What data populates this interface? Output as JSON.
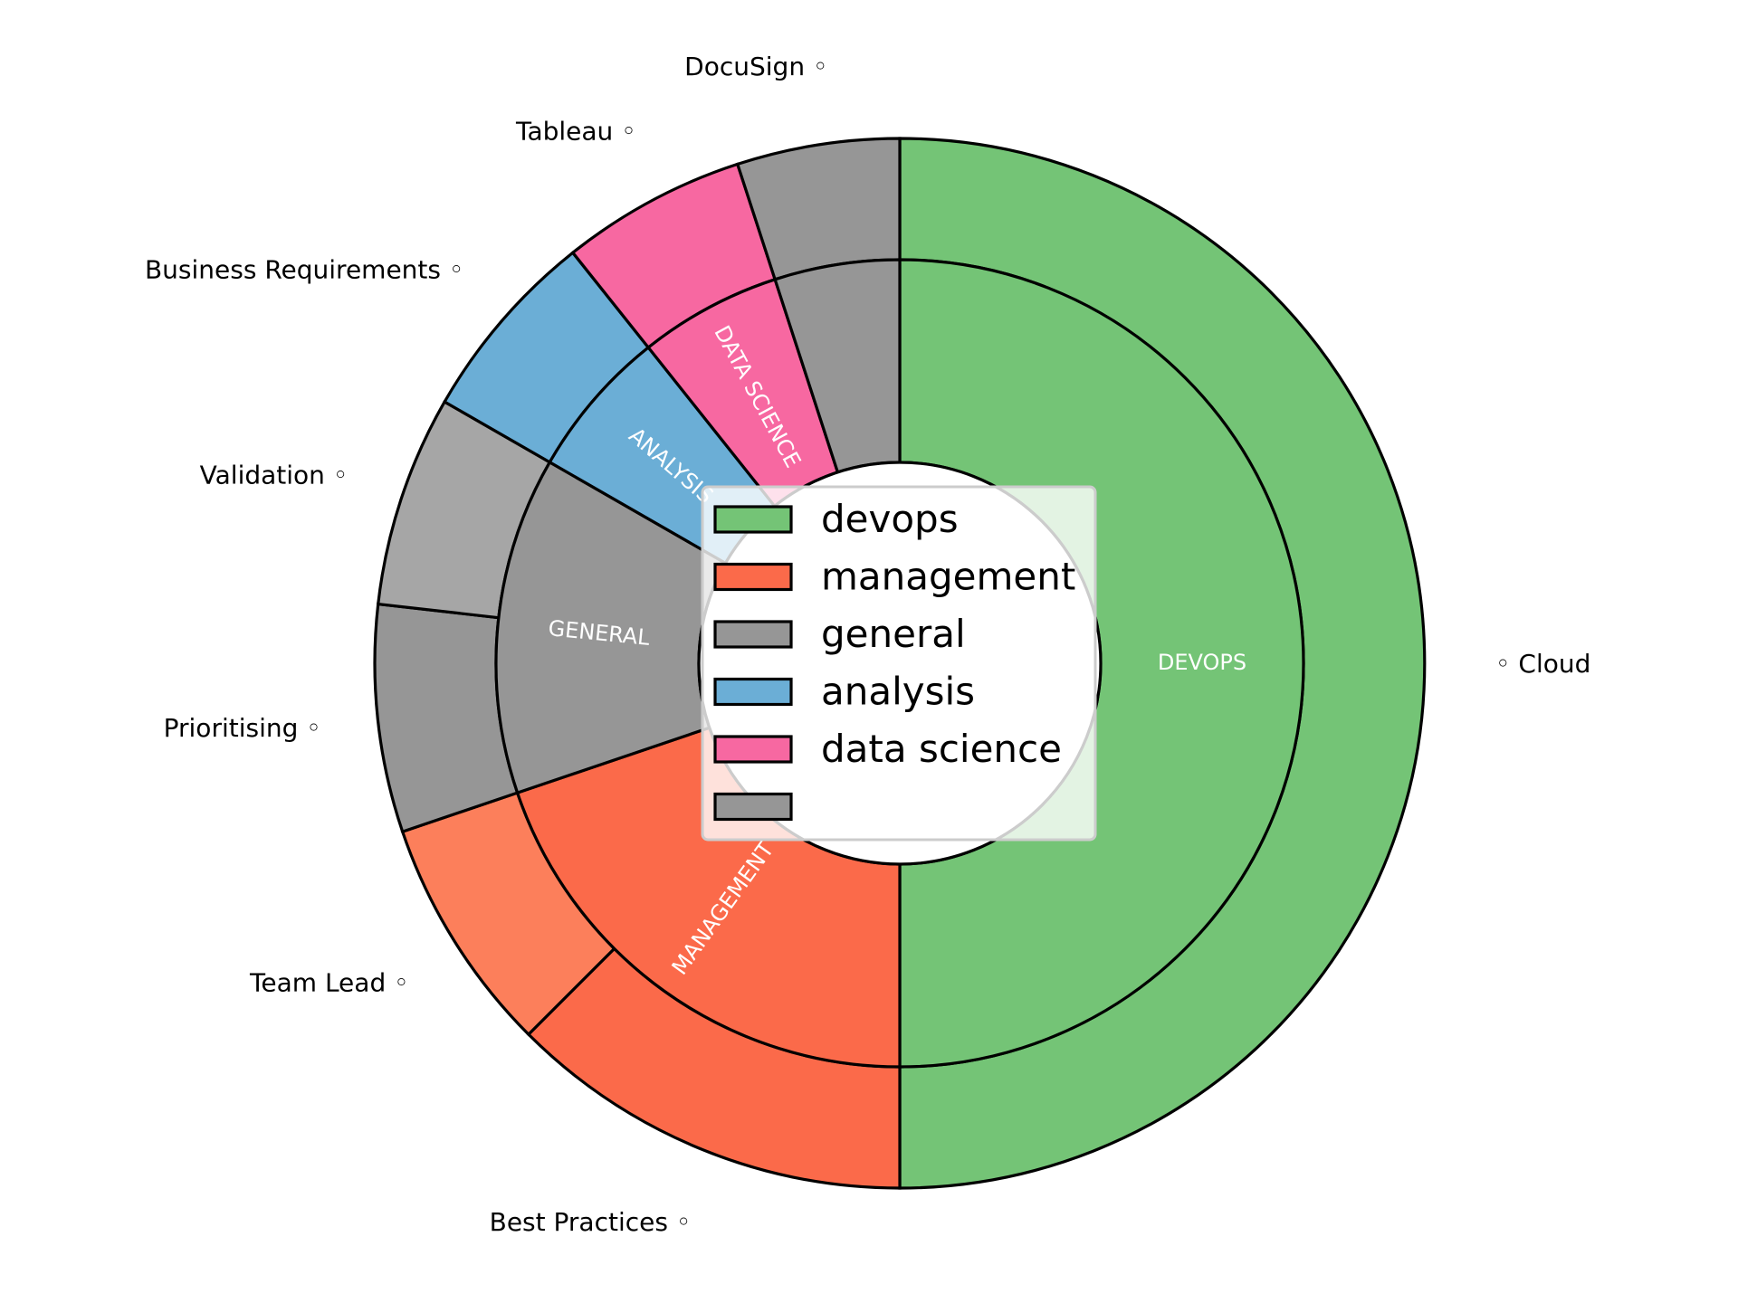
{
  "chart_data": {
    "type": "sunburst",
    "title": "",
    "inner_ring": [
      {
        "name": "DEVOPS",
        "value": 50.0,
        "color": "#74c476"
      },
      {
        "name": "MANAGEMENT",
        "value": 19.8,
        "color": "#fb6a4a"
      },
      {
        "name": "GENERAL",
        "value": 13.5,
        "color": "#969696"
      },
      {
        "name": "ANALYSIS",
        "value": 6.0,
        "color": "#6baed6"
      },
      {
        "name": "DATA SCIENCE",
        "value": 5.7,
        "color": "#f768a1"
      },
      {
        "name": "",
        "value": 5.0,
        "color": "#969696"
      }
    ],
    "outer_ring": [
      {
        "name": "Cloud",
        "parent": "DEVOPS",
        "value": 50.0,
        "color": "#74c476"
      },
      {
        "name": "Best Practices",
        "parent": "MANAGEMENT",
        "value": 12.5,
        "color": "#fb6a4a"
      },
      {
        "name": "Team Lead",
        "parent": "MANAGEMENT",
        "value": 7.3,
        "color": "#fc7f5b"
      },
      {
        "name": "Prioritising",
        "parent": "GENERAL",
        "value": 7.0,
        "color": "#969696"
      },
      {
        "name": "Validation",
        "parent": "GENERAL",
        "value": 6.5,
        "color": "#a6a6a6"
      },
      {
        "name": "Business Requirements",
        "parent": "ANALYSIS",
        "value": 6.0,
        "color": "#6baed6"
      },
      {
        "name": "Tableau",
        "parent": "DATA SCIENCE",
        "value": 5.7,
        "color": "#f768a1"
      },
      {
        "name": "DocuSign",
        "parent": "",
        "value": 5.0,
        "color": "#969696"
      }
    ],
    "legend": {
      "placement": "center",
      "entries": [
        {
          "label": "devops",
          "color": "#74c476"
        },
        {
          "label": "management",
          "color": "#fb6a4a"
        },
        {
          "label": "general",
          "color": "#969696"
        },
        {
          "label": "analysis",
          "color": "#6baed6"
        },
        {
          "label": "data science",
          "color": "#f768a1"
        },
        {
          "label": "",
          "color": "#969696"
        }
      ]
    },
    "marker_glyph": "◦",
    "direction": "clockwise",
    "start": "top"
  }
}
